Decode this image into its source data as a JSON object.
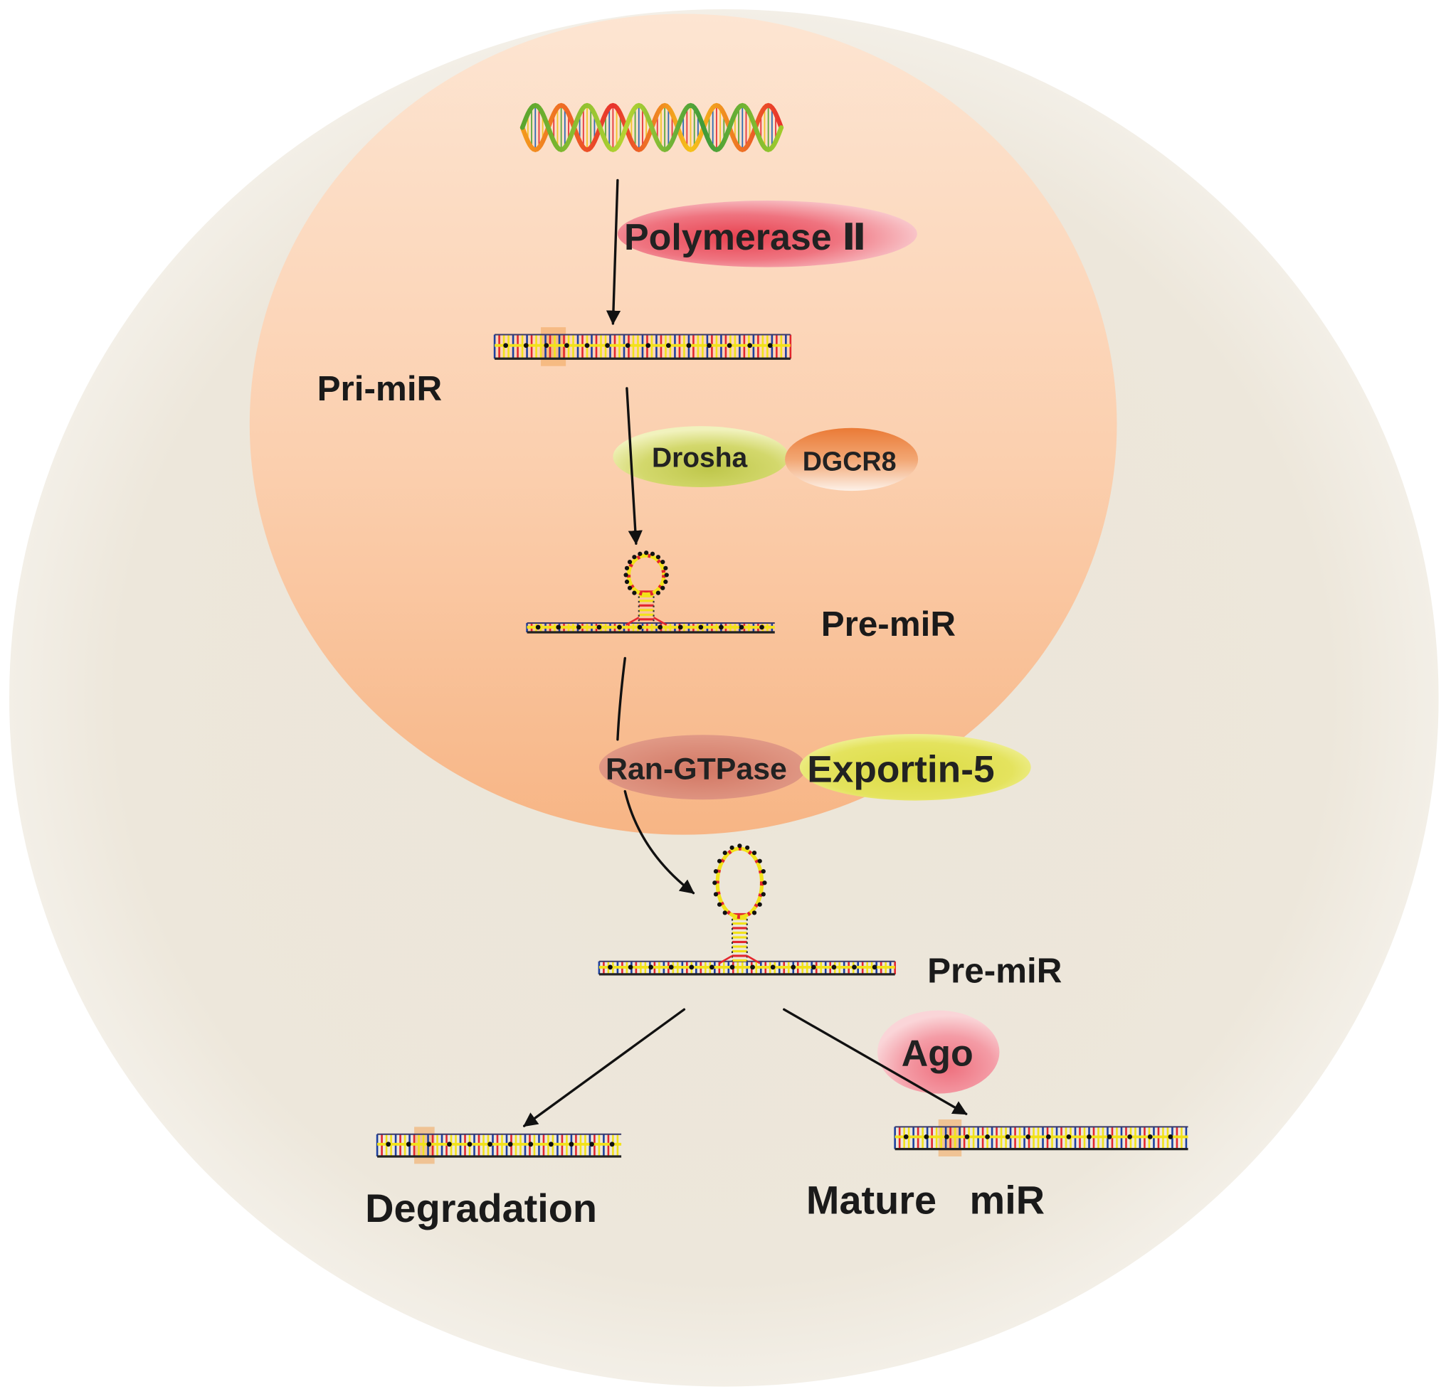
{
  "labels": {
    "pri_mir": "Pri-miR",
    "pre_mir_nucleus": "Pre-miR",
    "pre_mir_cytoplasm": "Pre-miR",
    "degradation": "Degradation",
    "mature_mir": "Mature   miR"
  },
  "proteins": {
    "polymerase": "Polymerase Ⅱ",
    "drosha": "Drosha",
    "dgcr8": "DGCR8",
    "ran_gtpase": "Ran-GTPase",
    "exportin": "Exportin-5",
    "ago": "Ago"
  },
  "colors": {
    "cytoplasm": "#ece5d8",
    "cytoplasm_edge": "#f3efe7",
    "nucleus_top": "#fde5d2",
    "nucleus_bottom": "#f7b585",
    "polymerase": "#e8414f",
    "drosha": "#bfc74b",
    "dgcr8": "#ea7a36",
    "ran_gtpase": "#d27764",
    "exportin": "#dcdb44",
    "ago": "#ee6f7d",
    "arrow": "#111111"
  }
}
